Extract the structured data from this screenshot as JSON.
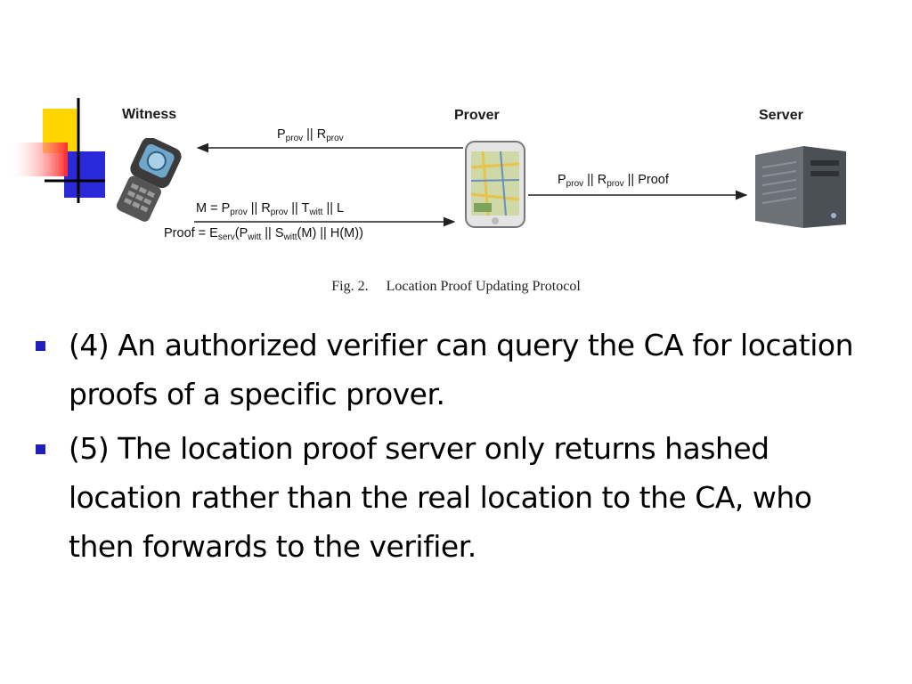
{
  "diagram": {
    "roles": {
      "witness": "Witness",
      "prover": "Prover",
      "server": "Server"
    },
    "messages": {
      "prover_to_witness": [
        {
          "t": "P"
        },
        {
          "t": "prov",
          "sub": true
        },
        {
          "t": " || R"
        },
        {
          "t": "prov",
          "sub": true
        }
      ],
      "witness_to_prover_line1": [
        {
          "t": "M = P"
        },
        {
          "t": "prov",
          "sub": true
        },
        {
          "t": " || R"
        },
        {
          "t": "prov",
          "sub": true
        },
        {
          "t": " || T"
        },
        {
          "t": "witt",
          "sub": true
        },
        {
          "t": " || L"
        }
      ],
      "witness_to_prover_line2": [
        {
          "t": "Proof = E"
        },
        {
          "t": "serv",
          "sub": true
        },
        {
          "t": "(P"
        },
        {
          "t": "witt",
          "sub": true
        },
        {
          "t": " || S"
        },
        {
          "t": "witt",
          "sub": true
        },
        {
          "t": "(M) || H(M))"
        }
      ],
      "prover_to_server": [
        {
          "t": "P"
        },
        {
          "t": "prov",
          "sub": true
        },
        {
          "t": " || R"
        },
        {
          "t": "prov",
          "sub": true
        },
        {
          "t": " || Proof"
        }
      ]
    },
    "caption": {
      "fig": "Fig. 2.",
      "title": "Location Proof Updating Protocol"
    }
  },
  "bullets": [
    "(4) An authorized verifier can query the CA for location proofs of a specific prover.",
    "(5) The location proof server only returns hashed location rather than the real location to the CA, who then forwards to the verifier."
  ],
  "colors": {
    "bullet": "#1f1fbf",
    "deco_yellow": "#ffd400",
    "deco_red": "#ff3b3b",
    "deco_blue": "#2a2ad8"
  }
}
